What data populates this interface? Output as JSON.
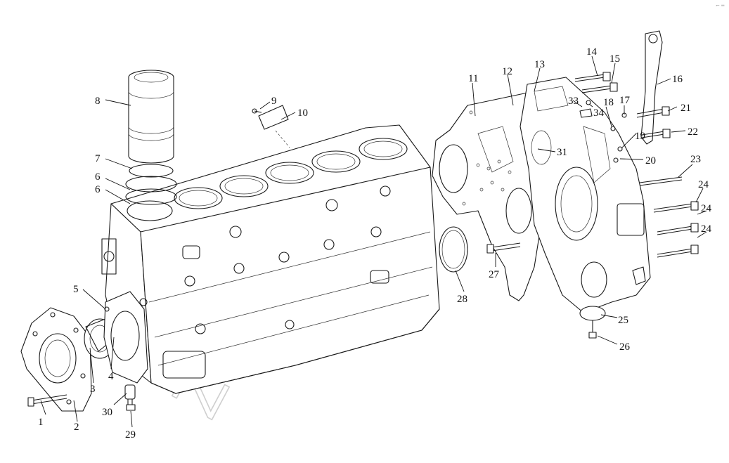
{
  "watermark": "Zapkam",
  "callouts": [
    {
      "id": "1",
      "text": "1"
    },
    {
      "id": "2",
      "text": "2"
    },
    {
      "id": "3",
      "text": "3"
    },
    {
      "id": "4",
      "text": "4"
    },
    {
      "id": "5",
      "text": "5"
    },
    {
      "id": "6a",
      "text": "6"
    },
    {
      "id": "6b",
      "text": "6"
    },
    {
      "id": "7",
      "text": "7"
    },
    {
      "id": "8",
      "text": "8"
    },
    {
      "id": "9",
      "text": "9"
    },
    {
      "id": "10",
      "text": "10"
    },
    {
      "id": "11",
      "text": "11"
    },
    {
      "id": "12",
      "text": "12"
    },
    {
      "id": "13",
      "text": "13"
    },
    {
      "id": "14",
      "text": "14"
    },
    {
      "id": "15",
      "text": "15"
    },
    {
      "id": "16",
      "text": "16"
    },
    {
      "id": "17",
      "text": "17"
    },
    {
      "id": "18",
      "text": "18"
    },
    {
      "id": "19",
      "text": "19"
    },
    {
      "id": "20",
      "text": "20"
    },
    {
      "id": "21",
      "text": "21"
    },
    {
      "id": "22",
      "text": "22"
    },
    {
      "id": "23",
      "text": "23"
    },
    {
      "id": "24a",
      "text": "24"
    },
    {
      "id": "24b",
      "text": "24"
    },
    {
      "id": "24c",
      "text": "24"
    },
    {
      "id": "25",
      "text": "25"
    },
    {
      "id": "26",
      "text": "26"
    },
    {
      "id": "27",
      "text": "27"
    },
    {
      "id": "28",
      "text": "28"
    },
    {
      "id": "29",
      "text": "29"
    },
    {
      "id": "30",
      "text": "30"
    },
    {
      "id": "31",
      "text": "31"
    },
    {
      "id": "33",
      "text": "33"
    },
    {
      "id": "34",
      "text": "34"
    }
  ]
}
